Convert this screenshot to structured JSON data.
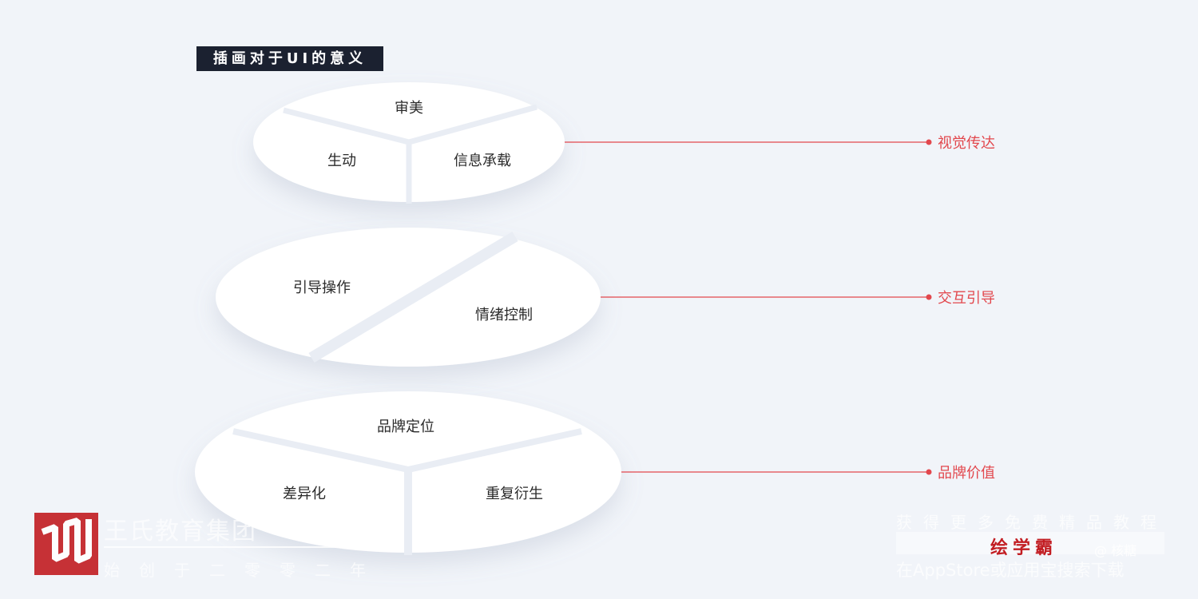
{
  "title": "插画对于UI的意义",
  "groups": [
    {
      "category": "视觉传达",
      "segments": [
        "审美",
        "生动",
        "信息承载"
      ]
    },
    {
      "category": "交互引导",
      "segments": [
        "引导操作",
        "情绪控制"
      ]
    },
    {
      "category": "品牌价值",
      "segments": [
        "品牌定位",
        "差异化",
        "重复衍生"
      ]
    }
  ],
  "watermark": {
    "org_name": "王氏教育集团",
    "org_sub": "始创于二零零二年",
    "promo_line": "获得更多免费精品教程",
    "brand": "绘学霸",
    "author": "@ 核糖",
    "download_line": "在AppStore或应用宝搜索下载"
  },
  "colors": {
    "background": "#f1f4f9",
    "title_bg": "#1b2130",
    "accent_red": "#e2474d",
    "ellipse": "#ffffff",
    "divider": "#e9edf4"
  }
}
